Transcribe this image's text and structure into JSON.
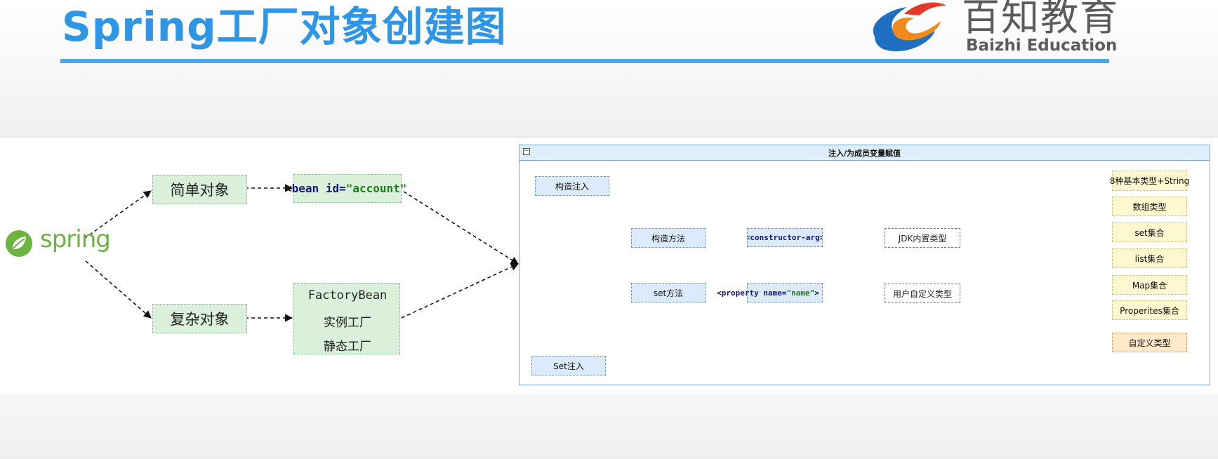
{
  "header": {
    "title": "Spring工厂对象创建图",
    "logo_cn": "百知教育",
    "logo_en": "Baizhi Education"
  },
  "left": {
    "spring_logo": "spring",
    "simple_object": "简单对象",
    "complex_object": "复杂对象",
    "bean_tag": {
      "open": "<",
      "keyword": "bean",
      "attr": "id=",
      "value": "\"account\""
    },
    "factory_items": [
      "FactoryBean",
      "实例工厂",
      "静态工厂"
    ]
  },
  "panel": {
    "title": "注入/为成员变量赋值",
    "constructor_injection": "构造注入",
    "set_injection": "Set注入",
    "constructor_method": "构造方法",
    "set_method": "set方法",
    "constructor_arg": {
      "open": "<",
      "tag": "constructor-arg",
      "close": ">"
    },
    "property_tag": {
      "open": "<",
      "tag": "property",
      "attr": "name=",
      "value": "\"name\"",
      "close": ">"
    },
    "jdk_types": "JDK内置类型",
    "user_types": "用户自定义类型",
    "jdk_items": [
      "8种基本类型+String",
      "数组类型",
      "set集合",
      "list集合",
      "Map集合",
      "Properites集合"
    ],
    "custom_type": "自定义类型"
  },
  "colors": {
    "title_blue": "#2f96e6",
    "spring_green": "#6db33f",
    "blue_arrow": "#2424d6",
    "red_arrow": "#d42020"
  },
  "icons": {
    "logo": "baizhi-logo-icon",
    "spring": "spring-leaf-icon",
    "collapse": "collapse-icon"
  }
}
